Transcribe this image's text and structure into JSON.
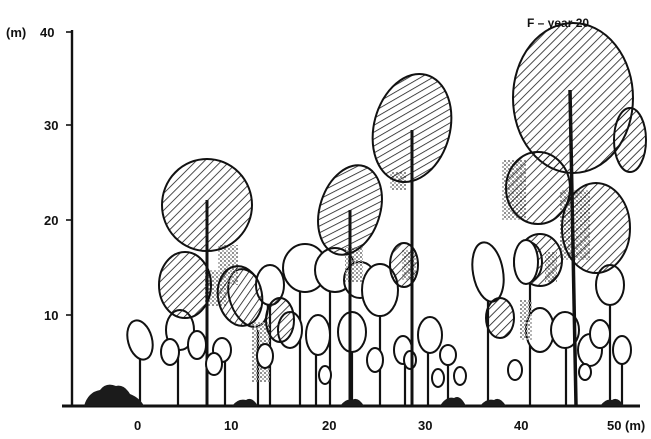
{
  "figure": {
    "title": "F – year 20",
    "y_unit_label": "(m)",
    "x_unit_label": "(m)",
    "y_ticks": [
      "40",
      "30",
      "20",
      "10"
    ],
    "x_ticks": [
      "0",
      "10",
      "20",
      "30",
      "40",
      "50"
    ]
  },
  "colors": {
    "ink": "#111111",
    "hatch": "#1a1a1a",
    "stipple": "#8a8a8a",
    "background": "#ffffff"
  }
}
